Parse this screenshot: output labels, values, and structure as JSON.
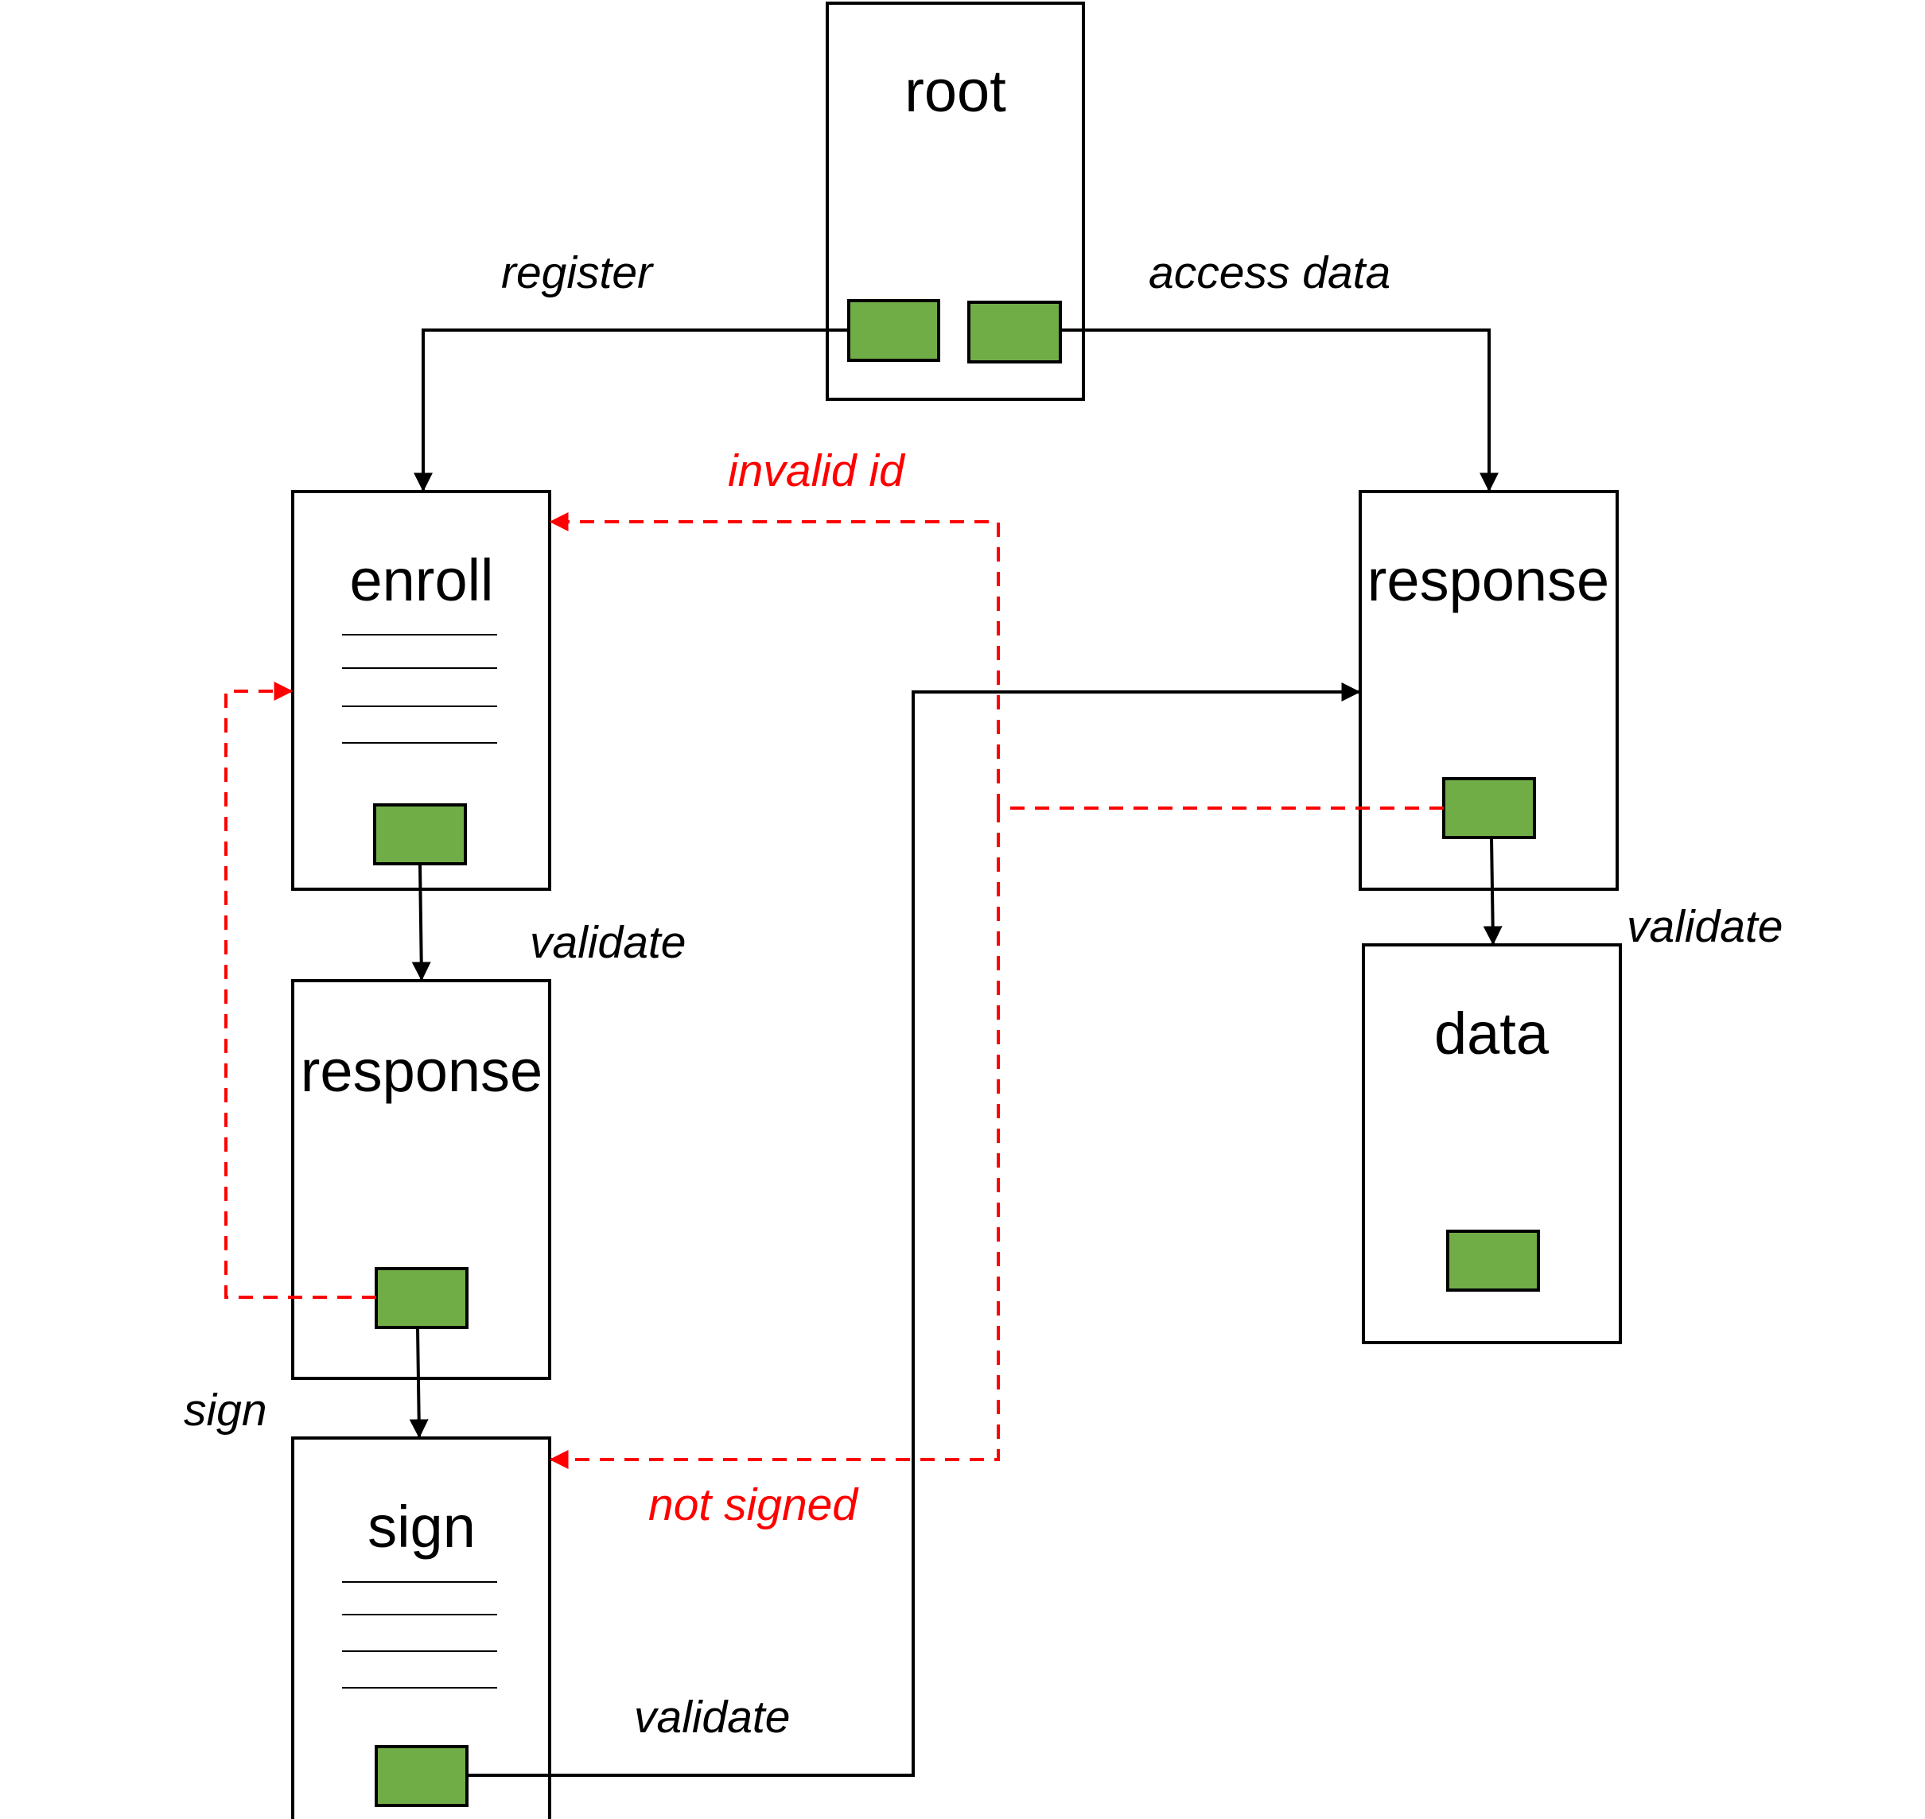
{
  "colors": {
    "port_fill": "#70AD47",
    "normal_edge": "#000000",
    "error_edge": "#FF0000",
    "box_stroke": "#000000"
  },
  "nodes": {
    "root": {
      "title": "root"
    },
    "enroll": {
      "title": "enroll"
    },
    "response_left": {
      "title": "response"
    },
    "sign": {
      "title": "sign"
    },
    "response_right": {
      "title": "response"
    },
    "data": {
      "title": "data"
    }
  },
  "edges": {
    "register": {
      "label": "register"
    },
    "access_data": {
      "label": "access data"
    },
    "validate_enroll": {
      "label": "validate"
    },
    "sign": {
      "label": "sign"
    },
    "validate_sign": {
      "label": "validate"
    },
    "validate_response": {
      "label": "validate"
    },
    "invalid_id": {
      "label": "invalid id"
    },
    "not_signed": {
      "label": "not signed"
    }
  }
}
